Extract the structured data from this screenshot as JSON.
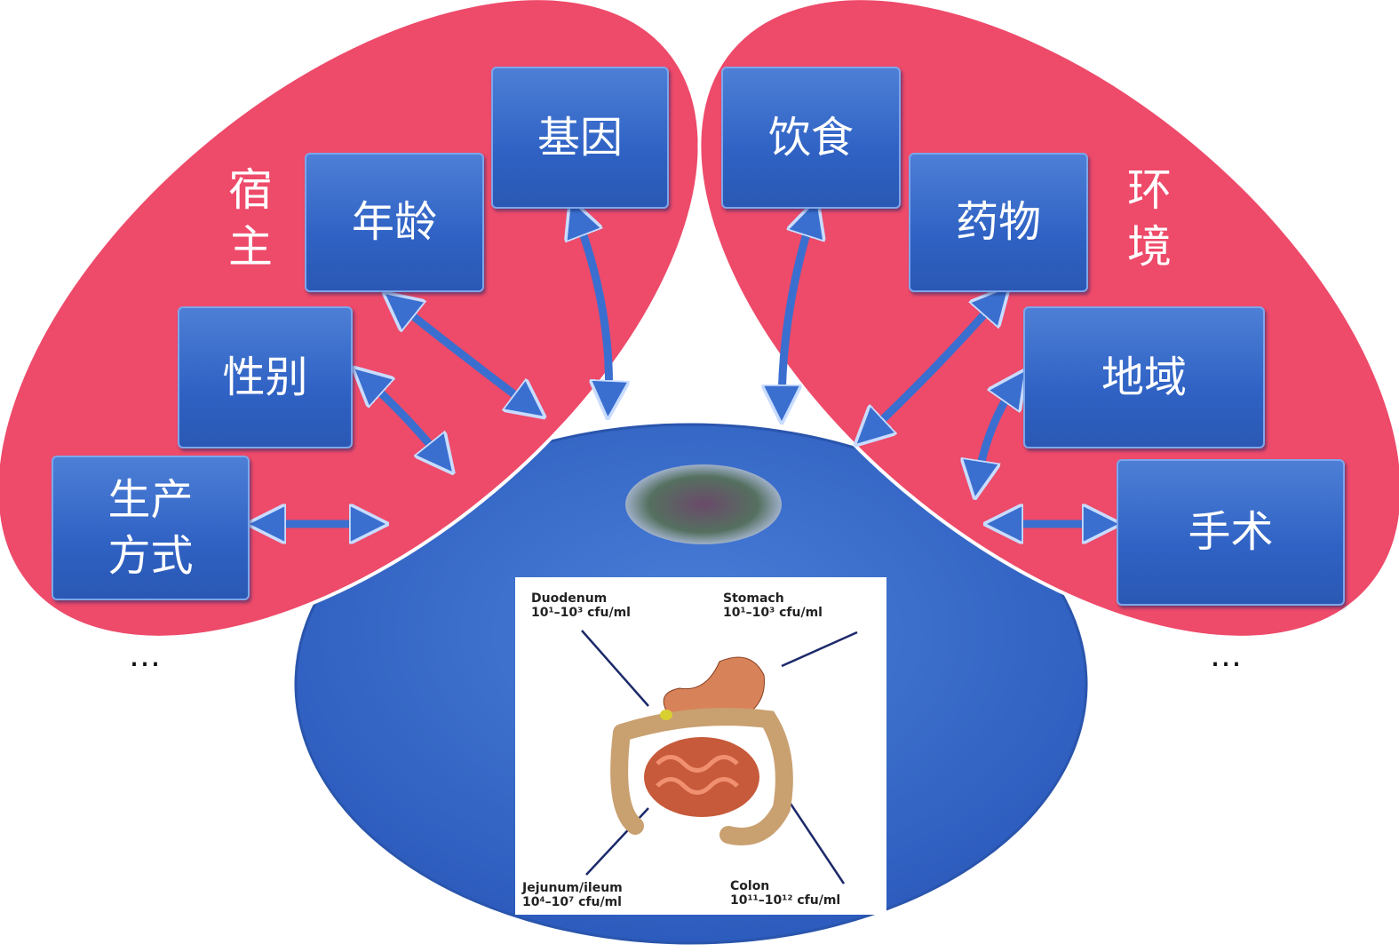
{
  "host": {
    "title": "宿主",
    "factors": [
      "基因",
      "年龄",
      "性别",
      "生产方式"
    ],
    "more": "…"
  },
  "environment": {
    "title": "环境",
    "factors": [
      "饮食",
      "药物",
      "地域",
      "手术"
    ],
    "more": "…"
  },
  "gut_inset": {
    "regions": [
      {
        "name": "Duodenum",
        "range": "10¹–10³ cfu/ml"
      },
      {
        "name": "Stomach",
        "range": "10¹–10³ cfu/ml"
      },
      {
        "name": "Jejunum/ileum",
        "range": "10⁴–10⁷ cfu/ml"
      },
      {
        "name": "Colon",
        "range": "10¹¹–10¹² cfu/ml"
      }
    ]
  },
  "colors": {
    "pink": "#ee4a6a",
    "blue": "#3566c6",
    "box": "#3366cc"
  }
}
